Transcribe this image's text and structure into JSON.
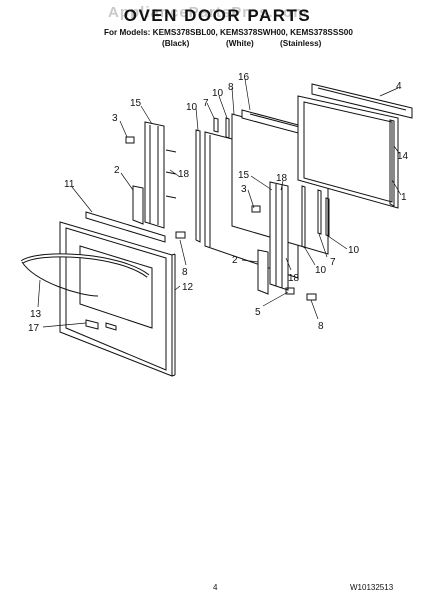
{
  "header": {
    "watermark": "AppliancePartsPros.com",
    "title": "OVEN DOOR PARTS",
    "models_line": "For Models: KEMS378SBL00, KEMS378SWH00, KEMS378SSS00",
    "variants": [
      "(Black)",
      "(White)",
      "(Stainless)"
    ]
  },
  "callouts": [
    "15",
    "3",
    "2",
    "18",
    "11",
    "13",
    "17",
    "12",
    "8",
    "10",
    "7",
    "10",
    "8",
    "16",
    "4",
    "14",
    "1",
    "15",
    "3",
    "18",
    "2",
    "5",
    "18",
    "10",
    "7",
    "10",
    "8"
  ],
  "footer": {
    "page": "4",
    "part_number": "W10132513"
  }
}
